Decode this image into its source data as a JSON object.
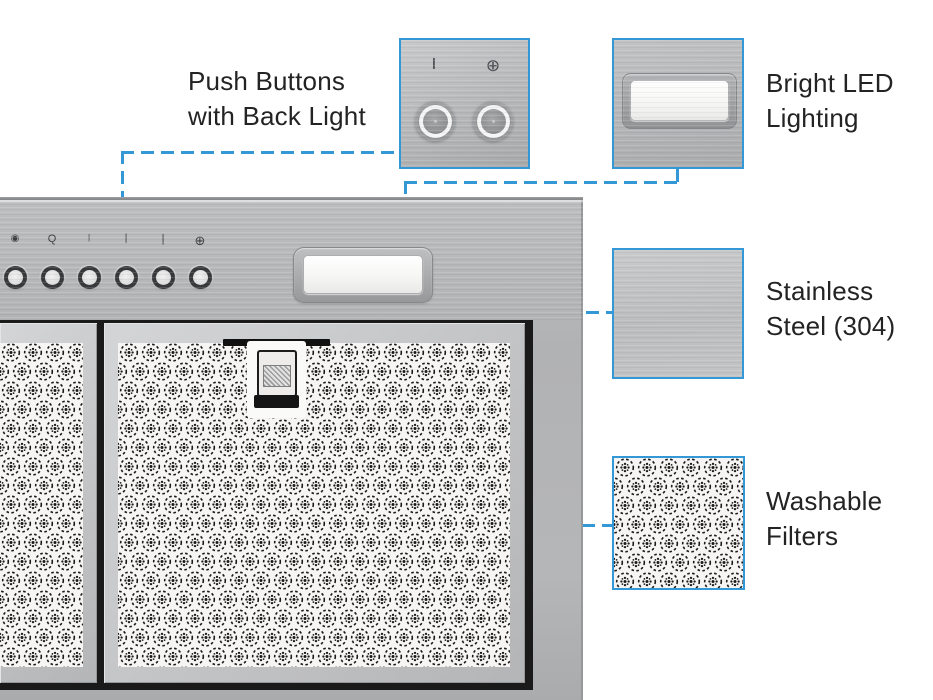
{
  "colors": {
    "accent_blue": "#3398d5",
    "text": "#232323",
    "steel": "#b3b4b6",
    "frame_black": "#1a1a1a"
  },
  "callouts": {
    "push_buttons": {
      "line1": "Push Buttons",
      "line2": "with Back Light"
    },
    "led": {
      "line1": "Bright LED",
      "line2": "Lighting"
    },
    "steel": {
      "line1": "Stainless",
      "line2": "Steel (304)"
    },
    "filters": {
      "line1": "Washable",
      "line2": "Filters"
    }
  },
  "control_panel": {
    "symbols": [
      "◉",
      "Q",
      "|",
      "|",
      "|",
      "⊕"
    ],
    "button_count": 6
  },
  "push_inset": {
    "symbols": [
      "I",
      "⊕"
    ]
  }
}
